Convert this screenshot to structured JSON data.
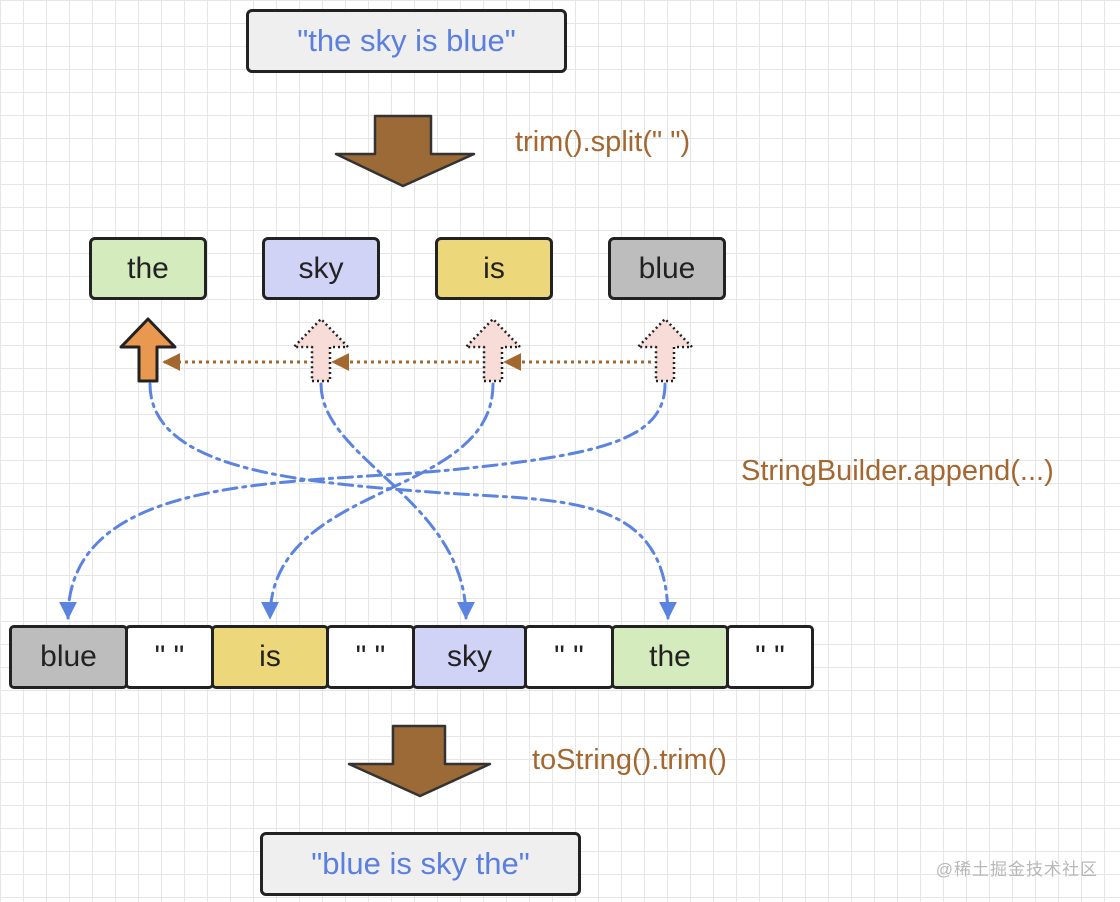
{
  "input_string": "\"the sky is blue\"",
  "op_split": "trim().split(\" \")",
  "words": [
    {
      "text": "the",
      "color": "#d3ebbd"
    },
    {
      "text": "sky",
      "color": "#d0d3f6"
    },
    {
      "text": "is",
      "color": "#ecd77b"
    },
    {
      "text": "blue",
      "color": "#bdbdbd"
    }
  ],
  "op_append": "StringBuilder.append(...)",
  "builder_cells": [
    {
      "text": "blue",
      "color": "#bdbdbd"
    },
    {
      "text": "\" \"",
      "color": "#ffffff"
    },
    {
      "text": "is",
      "color": "#ecd77b"
    },
    {
      "text": "\" \"",
      "color": "#ffffff"
    },
    {
      "text": "sky",
      "color": "#d0d3f6"
    },
    {
      "text": "\" \"",
      "color": "#ffffff"
    },
    {
      "text": "the",
      "color": "#d3ebbd"
    },
    {
      "text": "\" \"",
      "color": "#ffffff"
    }
  ],
  "op_tostring": "toString().trim()",
  "output_string": "\"blue is sky the\"",
  "watermark": "@稀土掘金技术社区",
  "colors": {
    "big_arrow": "#9b6a37",
    "pointer_active": "#e8984f",
    "pointer_pending": "#f8dcd8",
    "dotted_link": "#a4672f",
    "flow_line": "#5b83e0",
    "string_text": "#5a7fe0"
  }
}
